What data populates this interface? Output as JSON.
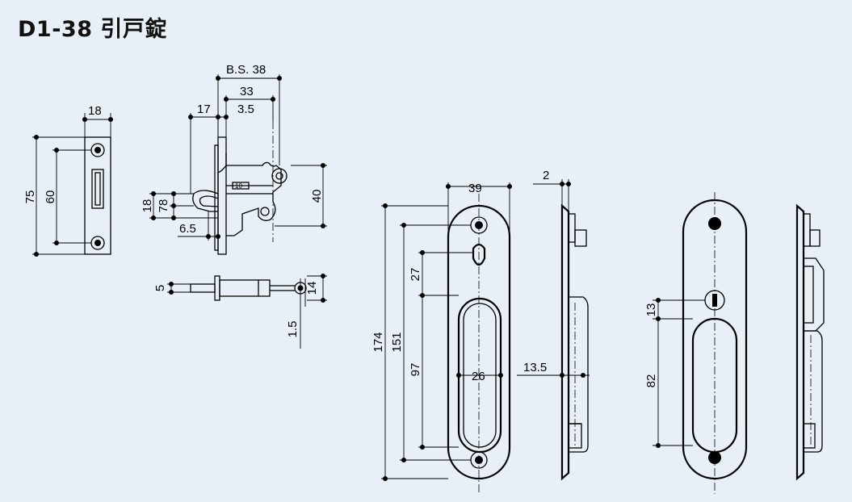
{
  "title": "D1-38 引戸錠",
  "labels": {
    "strike_width": "18",
    "strike_height": "75",
    "strike_hole_pitch": "60",
    "backset": "B.S. 38",
    "d33": "33",
    "d17": "17",
    "d35": "3.5",
    "d40": "40",
    "d18": "18",
    "d78": "78",
    "d65": "6.5",
    "d5": "5",
    "d14": "14",
    "d15": "1.5",
    "plate_width": "39",
    "plate_thickness": "2",
    "d174": "174",
    "d151": "151",
    "d27": "27",
    "d97": "97",
    "d26": "26",
    "d135": "13.5",
    "d13": "13",
    "d82": "82",
    "case_mark": "10"
  }
}
